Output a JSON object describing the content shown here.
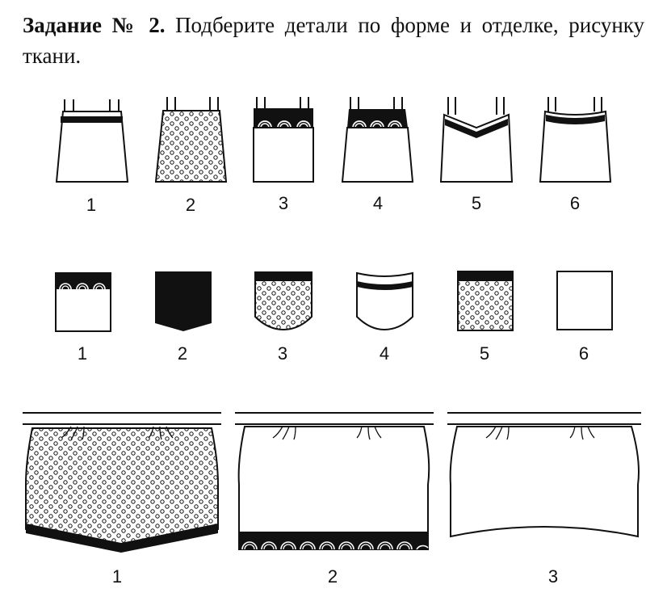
{
  "task": {
    "label": "Задание № 2.",
    "text": "Подберите детали по форме и отделке, рисунку ткани."
  },
  "rows": {
    "aprons": {
      "labels": [
        "1",
        "2",
        "3",
        "4",
        "5",
        "6"
      ]
    },
    "pockets": {
      "labels": [
        "1",
        "2",
        "3",
        "4",
        "5",
        "6"
      ]
    },
    "skirts": {
      "labels": [
        "1",
        "2",
        "3"
      ]
    }
  },
  "colors": {
    "ink": "#111111",
    "paper": "#ffffff"
  }
}
